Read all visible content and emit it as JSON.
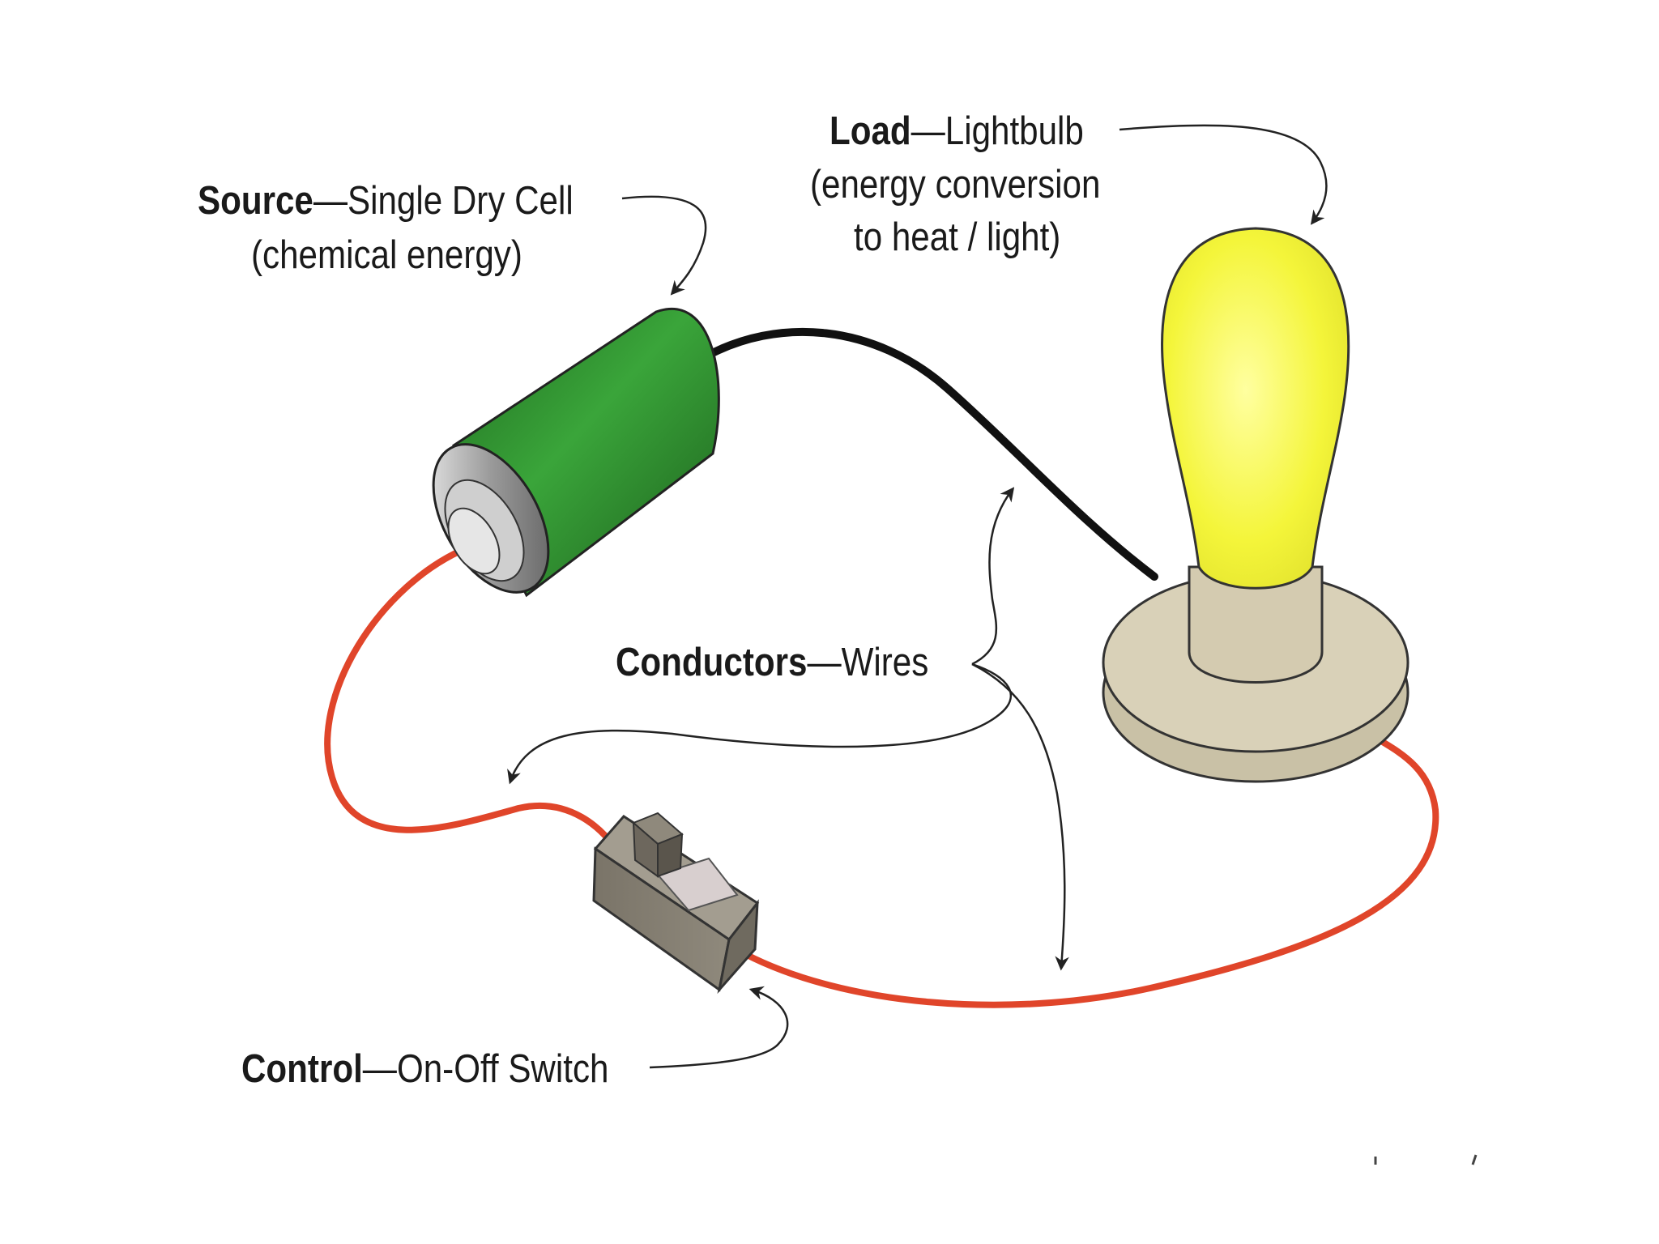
{
  "labels": {
    "source": {
      "term": "Source",
      "separator": "—",
      "desc": "Single Dry Cell",
      "detail": "(chemical energy)"
    },
    "load": {
      "term": "Load",
      "separator": "—",
      "desc": "Lightbulb",
      "detail_line1": "(energy conversion",
      "detail_line2": "to heat / light)"
    },
    "conductors": {
      "term": "Conductors",
      "separator": "—",
      "desc": "Wires"
    },
    "control": {
      "term": "Control",
      "separator": "—",
      "desc": "On-Off Switch"
    }
  },
  "components": {
    "battery_icon": "dry-cell-icon",
    "bulb_icon": "lightbulb-icon",
    "switch_icon": "switch-icon"
  },
  "colors": {
    "battery_green": "#2e8b2e",
    "wire_black": "#111111",
    "wire_red": "#e0452a",
    "bulb_yellow": "#f4f53a",
    "base_beige": "#d9d1b8",
    "switch_gray": "#8c867a",
    "arrow": "#333333"
  }
}
